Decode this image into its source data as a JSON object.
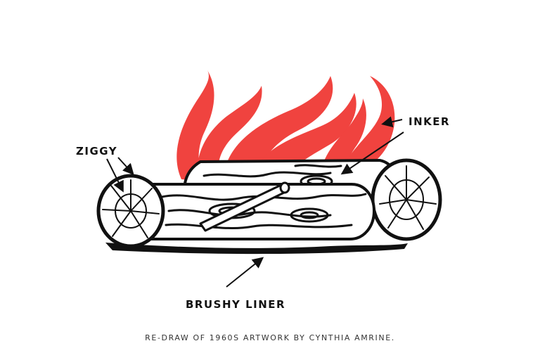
{
  "labels": {
    "ziggy": "ZIGGY",
    "inker": "INKER",
    "brushy_liner": "BRUSHY LINER"
  },
  "caption": "RE-DRAW OF 1960S ARTWORK BY CYNTHIA AMRINE.",
  "colors": {
    "flame": "#f0433f",
    "ink": "#111111",
    "background": "#ffffff"
  }
}
